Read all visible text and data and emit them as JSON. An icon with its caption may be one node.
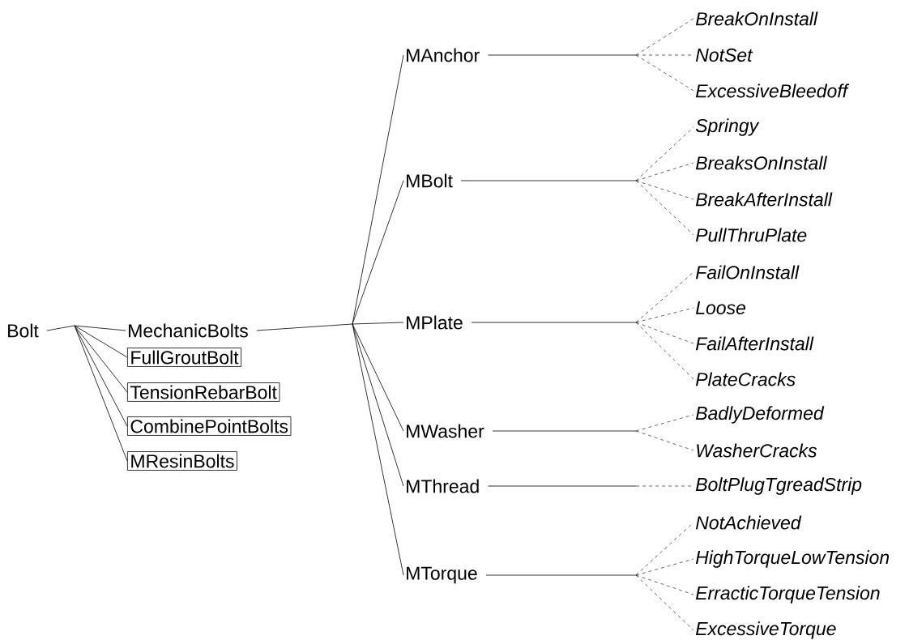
{
  "diagram": {
    "nodes": [
      {
        "text": [
          "Bolt"
        ]
      },
      {
        "text": [
          "MechanicBolts"
        ]
      },
      {
        "text": [
          "FullGroutBolt"
        ]
      },
      {
        "text": [
          "TensionRebarBolt"
        ]
      },
      {
        "text": [
          "CombinePointBolts"
        ]
      },
      {
        "text": [
          "MResinBolts"
        ]
      },
      {
        "text": [
          "MAnchor"
        ]
      },
      {
        "text": [
          "MBolt"
        ]
      },
      {
        "text": [
          "MPlate"
        ]
      },
      {
        "text": [
          "MWasher"
        ]
      },
      {
        "text": [
          "MThread"
        ]
      },
      {
        "text": [
          "MTorque"
        ]
      },
      {
        "text": [
          "BreakOnInstall"
        ]
      },
      {
        "text": [
          "NotSet"
        ]
      },
      {
        "text": [
          "ExcessiveBleedoff"
        ]
      },
      {
        "text": [
          "Springy"
        ]
      },
      {
        "text": [
          "BreaksOnInstall"
        ]
      },
      {
        "text": [
          "BreakAfterInstall"
        ]
      },
      {
        "text": [
          "PullThruPlate"
        ]
      },
      {
        "text": [
          "FailOnInstall"
        ]
      },
      {
        "text": [
          "Loose"
        ]
      },
      {
        "text": [
          "FailAfterInstall"
        ]
      },
      {
        "text": [
          "PlateCracks"
        ]
      },
      {
        "text": [
          "BadlyDeformed"
        ]
      },
      {
        "text": [
          "WasherCracks"
        ]
      },
      {
        "text": [
          "BoltPlugTgreadStrip"
        ]
      },
      {
        "text": [
          "NotAchieved"
        ]
      },
      {
        "text": [
          "HighTorqueLowTension"
        ]
      },
      {
        "text": [
          "ErracticTorqueTension"
        ]
      },
      {
        "text": [
          "ExcessiveTorque"
        ]
      }
    ],
    "edges": [
      {
        "from": 0,
        "to": 1,
        "arrow": "none"
      },
      {
        "from": 0,
        "to": 2,
        "arrow": "none"
      },
      {
        "from": 0,
        "to": 3,
        "arrow": "none"
      },
      {
        "from": 0,
        "to": 4,
        "arrow": "none"
      },
      {
        "from": 0,
        "to": 5,
        "arrow": "none"
      },
      {
        "from": 1,
        "to": 6,
        "arrow": "none"
      },
      {
        "from": 1,
        "to": 7,
        "arrow": "none"
      },
      {
        "from": 1,
        "to": 8,
        "arrow": "none"
      },
      {
        "from": 1,
        "to": 9,
        "arrow": "none"
      },
      {
        "from": 1,
        "to": 10,
        "arrow": "none"
      },
      {
        "from": 1,
        "to": 11,
        "arrow": "none"
      },
      {
        "from": 6,
        "to": 12,
        "arrow": "none"
      },
      {
        "from": 6,
        "to": 13,
        "arrow": "none"
      },
      {
        "from": 6,
        "to": 14,
        "arrow": "none"
      },
      {
        "from": 7,
        "to": 15,
        "arrow": "none"
      },
      {
        "from": 7,
        "to": 16,
        "arrow": "none"
      },
      {
        "from": 7,
        "to": 17,
        "arrow": "none"
      },
      {
        "from": 7,
        "to": 18,
        "arrow": "none"
      },
      {
        "from": 8,
        "to": 19,
        "arrow": "none"
      },
      {
        "from": 8,
        "to": 20,
        "arrow": "none"
      },
      {
        "from": 8,
        "to": 21,
        "arrow": "none"
      },
      {
        "from": 8,
        "to": 22,
        "arrow": "none"
      },
      {
        "from": 9,
        "to": 23,
        "arrow": "none"
      },
      {
        "from": 9,
        "to": 24,
        "arrow": "none"
      },
      {
        "from": 10,
        "to": 25,
        "arrow": "none"
      },
      {
        "from": 11,
        "to": 26,
        "arrow": "none"
      },
      {
        "from": 11,
        "to": 27,
        "arrow": "none"
      },
      {
        "from": 11,
        "to": 28,
        "arrow": "none"
      },
      {
        "from": 11,
        "to": 29,
        "arrow": "none"
      }
    ]
  }
}
